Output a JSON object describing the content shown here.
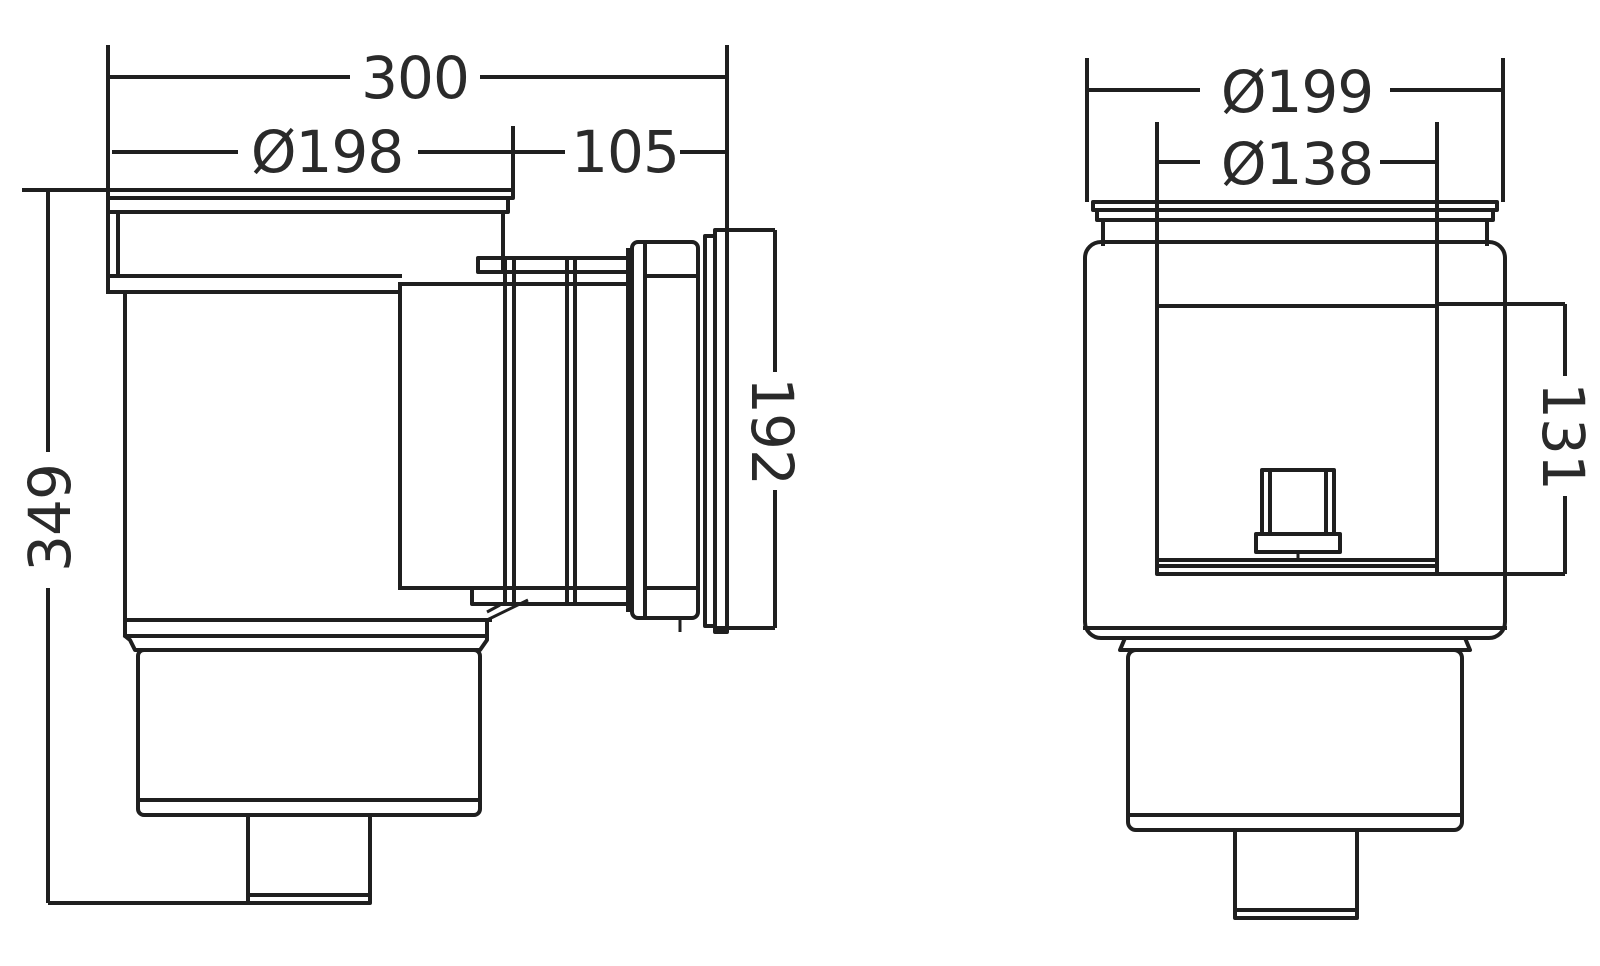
{
  "dimensions": {
    "side_width": "300",
    "side_flange_diameter": "Ø198",
    "side_offset": "105",
    "side_height": "349",
    "side_mouth_height": "192",
    "front_width": "Ø199",
    "front_opening": "Ø138",
    "front_mouth_height": "131"
  }
}
